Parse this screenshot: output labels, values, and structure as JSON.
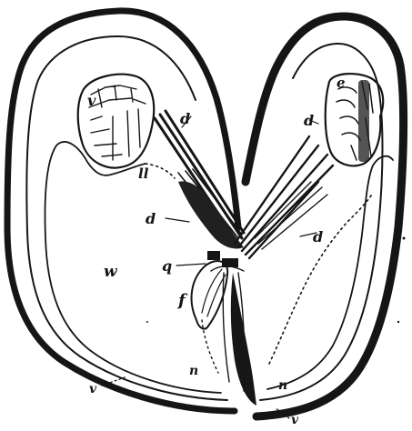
{
  "figure": {
    "labels": {
      "v_left": "v",
      "e_right": "e",
      "d_upper": "d",
      "d_right": "d",
      "ll": "ll",
      "d_middle": "d",
      "d_far_right": "d",
      "w": "w",
      "q": "q",
      "f": "f",
      "n_left": "n",
      "n_right": "n",
      "v_bottom_left": "v",
      "v_bottom_right": "v"
    },
    "colors": {
      "ink": "#151515",
      "paper": "#ffffff",
      "muscle": "#2a2a2a"
    }
  }
}
